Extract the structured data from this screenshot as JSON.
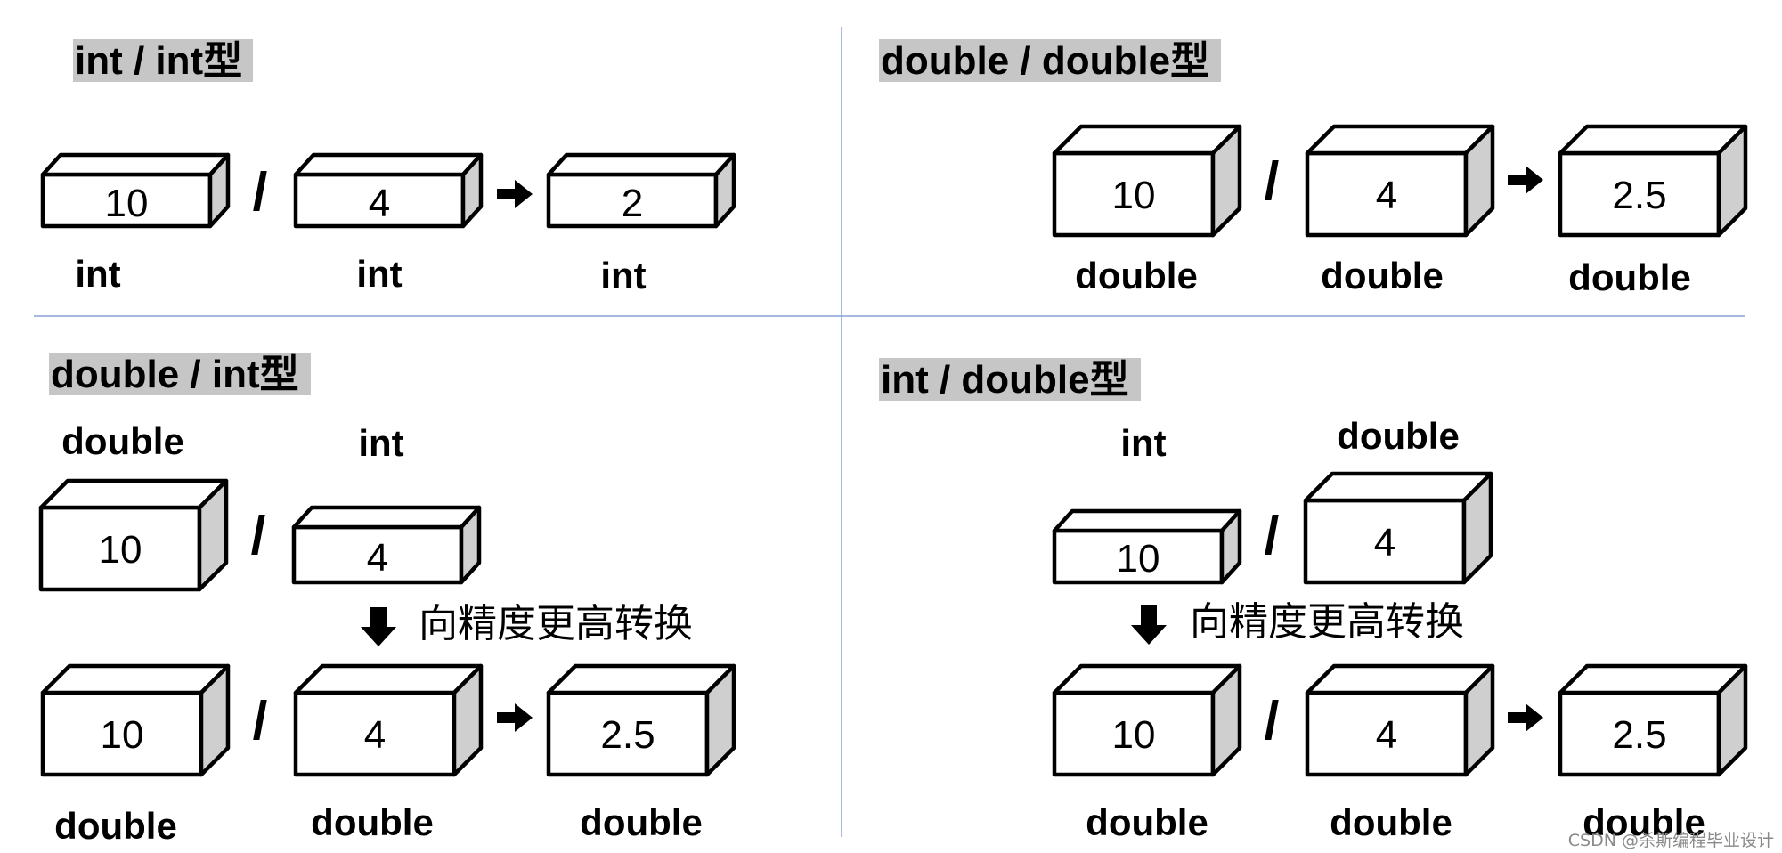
{
  "quadrants": {
    "top_left": {
      "title": "int / int型",
      "operator": "/",
      "result_arrow": "right-arrow-icon",
      "boxes": [
        {
          "value": "10",
          "type": "int"
        },
        {
          "value": "4",
          "type": "int"
        },
        {
          "value": "2",
          "type": "int"
        }
      ]
    },
    "top_right": {
      "title": "double / double型",
      "operator": "/",
      "result_arrow": "right-arrow-icon",
      "boxes": [
        {
          "value": "10",
          "type": "double"
        },
        {
          "value": "4",
          "type": "double"
        },
        {
          "value": "2.5",
          "type": "double"
        }
      ]
    },
    "bottom_left": {
      "title": "double / int型",
      "operator": "/",
      "inputs": [
        {
          "value": "10",
          "type": "double"
        },
        {
          "value": "4",
          "type": "int"
        }
      ],
      "conversion_note": "向精度更高转换",
      "conversion_arrow": "down-arrow-icon",
      "result_arrow": "right-arrow-icon",
      "converted": [
        {
          "value": "10",
          "type": "double"
        },
        {
          "value": "4",
          "type": "double"
        },
        {
          "value": "2.5",
          "type": "double"
        }
      ]
    },
    "bottom_right": {
      "title": "int / double型",
      "operator": "/",
      "inputs": [
        {
          "value": "10",
          "type": "int"
        },
        {
          "value": "4",
          "type": "double"
        }
      ],
      "conversion_note": "向精度更高转换",
      "conversion_arrow": "down-arrow-icon",
      "result_arrow": "right-arrow-icon",
      "converted": [
        {
          "value": "10",
          "type": "double"
        },
        {
          "value": "4",
          "type": "double"
        },
        {
          "value": "2.5",
          "type": "double"
        }
      ]
    }
  },
  "watermark": "CSDN @杀斯编程毕业设计",
  "colors": {
    "box_side": "#cfcfcf",
    "title_highlight": "#c6c6c6",
    "divider": "#8aa0d8"
  }
}
